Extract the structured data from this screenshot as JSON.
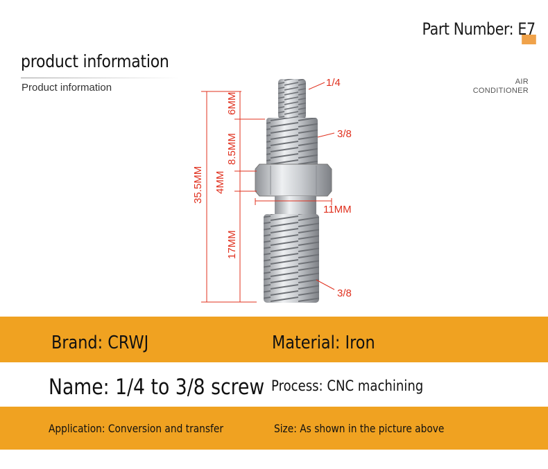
{
  "header": {
    "part_number_prefix": "Part Number: E",
    "part_number_suffix": "7",
    "title": "product information",
    "subtitle": "Product information",
    "corner_line1": "AIR",
    "corner_line2": "CONDITIONER"
  },
  "diagram": {
    "top_thread": "1/4",
    "mid_thread": "3/8",
    "bottom_thread": "3/8",
    "total_length": "35.5MM",
    "top_length": "6MM",
    "mid_length": "8.5MM",
    "nut_length": "4MM",
    "bottom_length": "17MM",
    "nut_width": "11MM"
  },
  "specs": {
    "brand": "Brand: CRWJ",
    "material": "Material: Iron",
    "name": "Name: 1/4 to 3/8 screw",
    "process": "Process: CNC machining",
    "application": "Application: Conversion and transfer",
    "size": "Size: As shown in the picture above"
  },
  "colors": {
    "band": "#f0a221",
    "dimension": "#e0301e",
    "metal": "#b9bcc0"
  }
}
